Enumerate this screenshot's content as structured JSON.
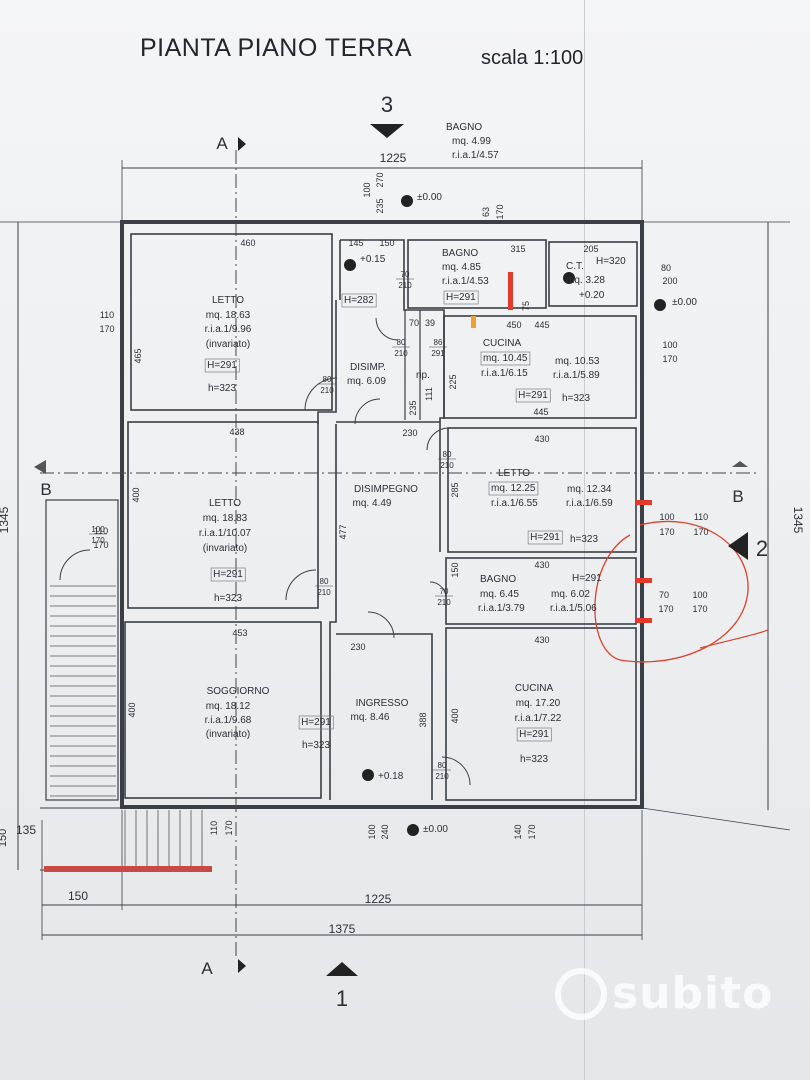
{
  "header": {
    "title": "PIANTA PIANO TERRA",
    "scale": "scala 1:100"
  },
  "markers": {
    "view_top": "3",
    "view_bottom": "1",
    "view_right": "2",
    "section_a": "A",
    "section_b": "B"
  },
  "dimensions": {
    "top_total": "1225",
    "bottom_inner": "1225",
    "bottom_total": "1375",
    "bottom_left": "150",
    "right_total": "1345",
    "left_total": "1345",
    "bottom_left_small": "135",
    "bottom_left_edge": "150"
  },
  "rooms": {
    "letto1": {
      "name": "LETTO",
      "area": "mq. 18.63",
      "ria": "r.i.a.1/9.96",
      "note": "(invariato)",
      "h": "H=291",
      "hh": "h=323"
    },
    "letto2": {
      "name": "LETTO",
      "area": "mq. 18.83",
      "ria": "r.i.a.1/10.07",
      "note": "(invariato)",
      "h": "H=291",
      "hh": "h=323"
    },
    "soggiorno": {
      "name": "SOGGIORNO",
      "area": "mq. 18.12",
      "ria": "r.i.a.1/9.68",
      "note": "(invariato)",
      "h": "H=291",
      "hh": "h=323"
    },
    "bagno_top": {
      "name": "BAGNO",
      "area": "mq. 4.85",
      "ria": "r.i.a.1/4.53",
      "h": "H=291"
    },
    "bagno_callout": {
      "name": "BAGNO",
      "area": "mq. 4.99",
      "ria": "r.i.a.1/4.57"
    },
    "ct": {
      "name": "C.T.",
      "h": "H=320",
      "area": "mq. 3.28"
    },
    "cucina1": {
      "name": "CUCINA",
      "area1": "mq. 10.45",
      "ria1": "r.i.a.1/6.15",
      "area2": "mq. 10.53",
      "ria2": "r.i.a.1/5.89",
      "h": "H=291",
      "hh": "h=323"
    },
    "disimp": {
      "name": "DISIMP.",
      "area": "mq. 6.09",
      "rip": "rip."
    },
    "disimpegno": {
      "name": "DISIMPEGNO",
      "area": "mq. 4.49"
    },
    "letto3": {
      "name": "LETTO",
      "area1": "mq. 12.25",
      "ria1": "r.i.a.1/6.55",
      "area2": "mq. 12.34",
      "ria2": "r.i.a.1/6.59",
      "h": "H=291",
      "hh": "h=323"
    },
    "bagno2": {
      "name": "BAGNO",
      "h": "H=291",
      "area1": "mq. 6.45",
      "ria1": "r.i.a.1/3.79",
      "area2": "mq. 6.02",
      "ria2": "r.i.a.1/5.06"
    },
    "ingresso": {
      "name": "INGRESSO",
      "area": "mq. 8.46",
      "h": "H=291",
      "hh": "h=323"
    },
    "cucina2": {
      "name": "CUCINA",
      "area": "mq. 17.20",
      "ria": "r.i.a.1/7.22",
      "h": "H=291",
      "hh": "h=323"
    }
  },
  "levels": {
    "top": "±0.00",
    "top_left": "+0.15",
    "ct": "+0.20",
    "right": "±0.00",
    "ingresso": "+0.18",
    "bottom": "±0.00"
  },
  "labels": {
    "h282": "H=282",
    "d460": "460",
    "d438": "438",
    "d453": "453",
    "d465": "465",
    "d400a": "400",
    "d400b": "400",
    "d145": "145",
    "d150": "150",
    "d315": "315",
    "d205": "205",
    "d450": "450",
    "d445a": "445",
    "d445b": "445",
    "d430a": "430",
    "d430b": "430",
    "d430c": "430",
    "d477": "477",
    "d230a": "230",
    "d230b": "230",
    "d111": "111",
    "d235": "235",
    "d225": "225",
    "d70": "70",
    "d39": "39",
    "d285": "285",
    "d150b": "150",
    "d388": "388",
    "d400c": "400",
    "d75": "75",
    "w_top_a": "100",
    "w_top_b": "235",
    "w_top_c": "270",
    "w_top_d": "63",
    "w_top_e": "170",
    "w_l1_a": "110",
    "w_l1_b": "170",
    "w_l2_a": "110",
    "w_l2_b": "170",
    "w_r_ct_a": "80",
    "w_r_ct_b": "200",
    "w_r_cu_a": "100",
    "w_r_cu_b": "170",
    "w_r_l_a": "100",
    "w_r_l_b": "170",
    "w_r_l_c": "110",
    "w_r_l_d": "170",
    "w_r_b_a": "70",
    "w_r_b_b": "170",
    "w_r_b_c": "100",
    "w_r_b_d": "170",
    "w_bot_a": "110",
    "w_bot_b": "170",
    "w_bot_c": "100",
    "w_bot_d": "240",
    "w_bot_e": "140",
    "w_bot_f": "170",
    "door_70_210": [
      "70",
      "210"
    ],
    "door_80_210": [
      "80",
      "210"
    ],
    "door_86_291": [
      "86",
      "291"
    ],
    "door_100_170": [
      "100",
      "170"
    ]
  },
  "watermark": "subito",
  "colors": {
    "line": "#3a3f46",
    "red_annotation": "#d9442f",
    "red_marker": "#e23b2e",
    "orange_marker": "#f0a030"
  }
}
